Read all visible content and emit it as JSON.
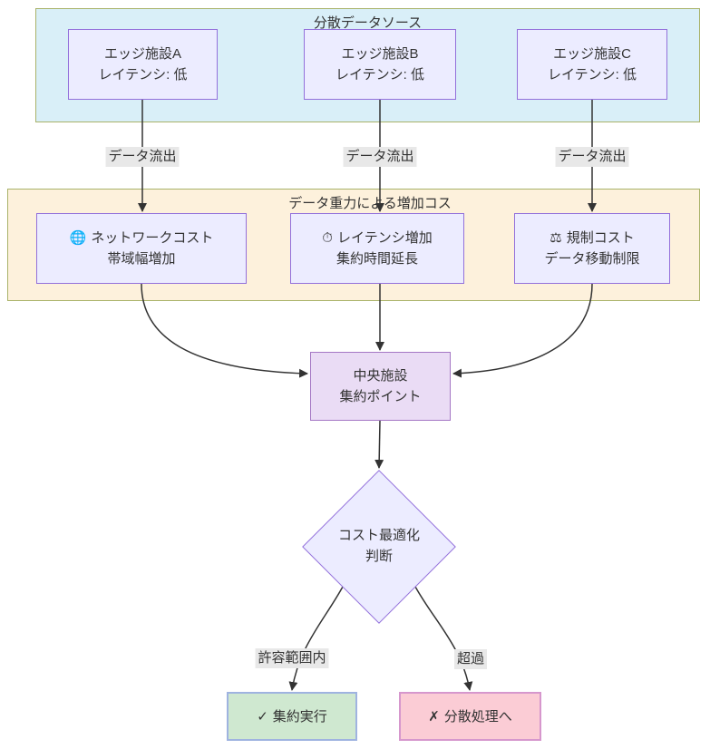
{
  "containers": {
    "sources": {
      "title": "分散データソース"
    },
    "costs": {
      "title": "データ重力による増加コス"
    }
  },
  "nodes": {
    "edge_a": {
      "title": "エッジ施設A",
      "subtitle": "レイテンシ: 低"
    },
    "edge_b": {
      "title": "エッジ施設B",
      "subtitle": "レイテンシ: 低"
    },
    "edge_c": {
      "title": "エッジ施設C",
      "subtitle": "レイテンシ: 低"
    },
    "network_cost": {
      "icon": "🌐",
      "title": "ネットワークコスト",
      "subtitle": "帯域幅増加"
    },
    "latency_cost": {
      "icon": "⏱",
      "title": "レイテンシ増加",
      "subtitle": "集約時間延長"
    },
    "regulation_cost": {
      "icon": "⚖",
      "title": "規制コスト",
      "subtitle": "データ移動制限"
    },
    "central": {
      "title": "中央施設",
      "subtitle": "集約ポイント"
    },
    "decision": {
      "title": "コスト最適化",
      "subtitle": "判断"
    },
    "aggregate": {
      "icon": "✓",
      "title": "集約実行"
    },
    "distribute": {
      "icon": "✗",
      "title": "分散処理へ"
    }
  },
  "edge_labels": {
    "outflow_a": "データ流出",
    "outflow_b": "データ流出",
    "outflow_c": "データ流出",
    "within_tolerance": "許容範囲内",
    "exceeded": "超過"
  },
  "colors": {
    "sources-bg": "#d9eff8",
    "sources-border": "#a9b269",
    "costs-bg": "#fdf1dc",
    "costs-border": "#a9b269",
    "node-bg": "#ececff",
    "node-border": "#9370db",
    "central-bg": "#eadcf5",
    "central-border": "#a477c4",
    "success-bg": "#cfe8d0",
    "success-border": "#9fb3e0",
    "fail-bg": "#fbccd5",
    "fail-border": "#d697cd",
    "label-bg": "#e8e8e8",
    "arrow": "#333333",
    "text": "#333333"
  }
}
